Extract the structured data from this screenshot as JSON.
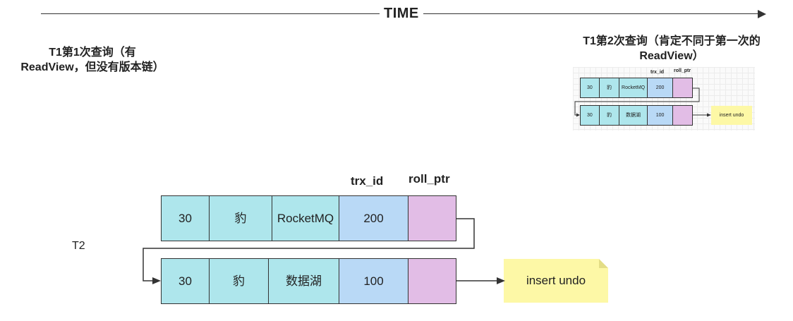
{
  "timeline": {
    "label": "TIME"
  },
  "notes": {
    "first_query": "T1第1次查询（有ReadView，但没有版本链）",
    "second_query": "T1第2次查询（肯定不同于第一次的ReadView）",
    "t2": "T2"
  },
  "headers": {
    "trx_id": "trx_id",
    "roll_ptr": "roll_ptr"
  },
  "rows": [
    {
      "cells": [
        "30",
        "豹",
        "RocketMQ",
        "200",
        ""
      ]
    },
    {
      "cells": [
        "30",
        "豹",
        "数据湖",
        "100",
        ""
      ]
    }
  ],
  "undo": {
    "label": "insert undo"
  },
  "colors": {
    "field": "#aee6ec",
    "trx_id": "#b9d9f6",
    "roll_ptr": "#e2bde6",
    "undo_note": "#fdf8a6"
  }
}
